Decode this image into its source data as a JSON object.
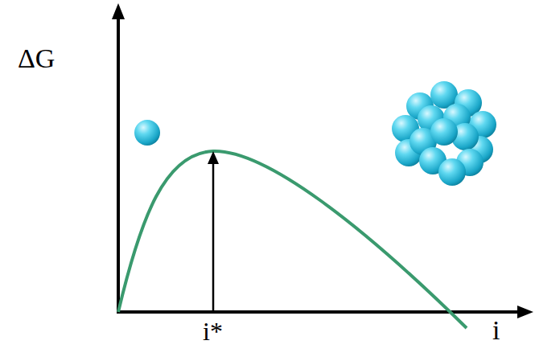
{
  "diagram": {
    "labels": [
      "ΔG",
      "i*",
      "i"
    ]
  }
}
